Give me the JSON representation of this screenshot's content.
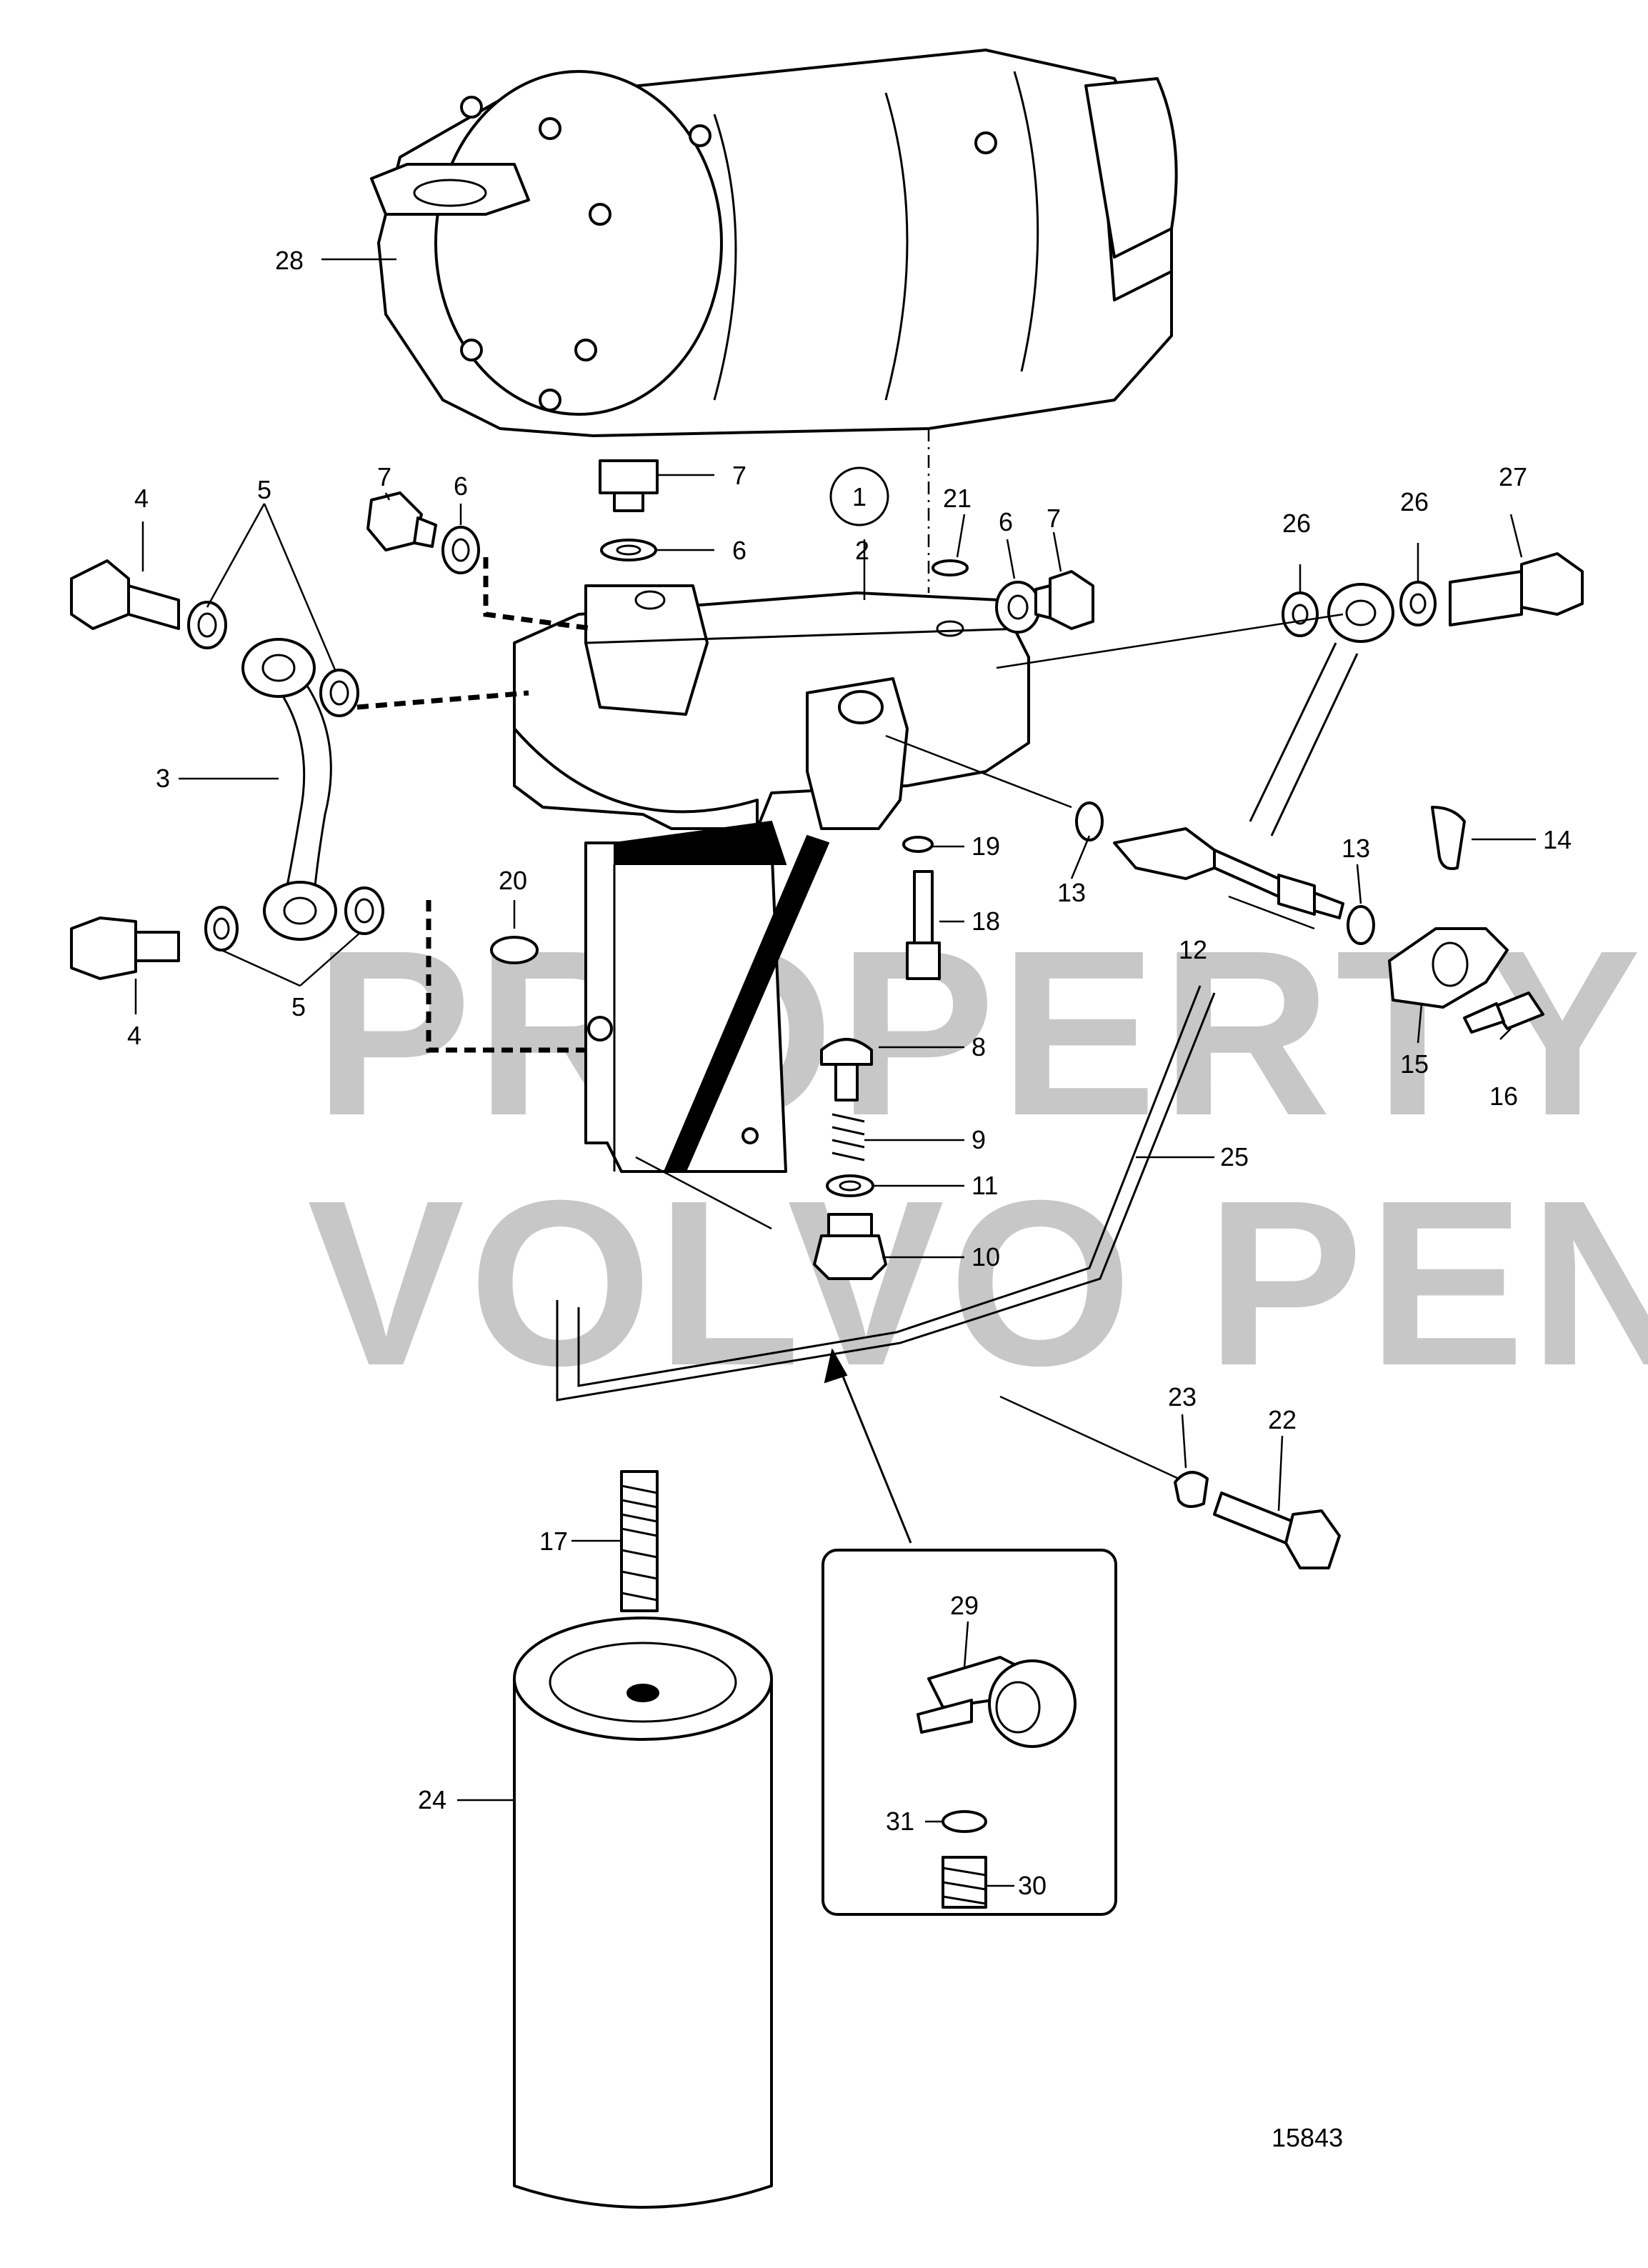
{
  "figure": {
    "watermark_line1": "PROPERTY OF",
    "watermark_line2": "VOLVO PENTA",
    "figure_number": "15843",
    "circled_note": "1"
  },
  "callouts": {
    "c2": "2",
    "c3": "3",
    "c4a": "4",
    "c4b": "4",
    "c5a": "5",
    "c5b": "5",
    "c6a": "6",
    "c6b": "6",
    "c6c": "6",
    "c7a": "7",
    "c7b": "7",
    "c7c": "7",
    "c8": "8",
    "c9": "9",
    "c10": "10",
    "c11": "11",
    "c12": "12",
    "c13a": "13",
    "c13b": "13",
    "c14": "14",
    "c15": "15",
    "c16": "16",
    "c17": "17",
    "c18": "18",
    "c19": "19",
    "c20": "20",
    "c21": "21",
    "c22": "22",
    "c23": "23",
    "c24": "24",
    "c25": "25",
    "c26a": "26",
    "c26b": "26",
    "c27": "27",
    "c28": "28",
    "c29": "29",
    "c30": "30",
    "c31": "31"
  }
}
